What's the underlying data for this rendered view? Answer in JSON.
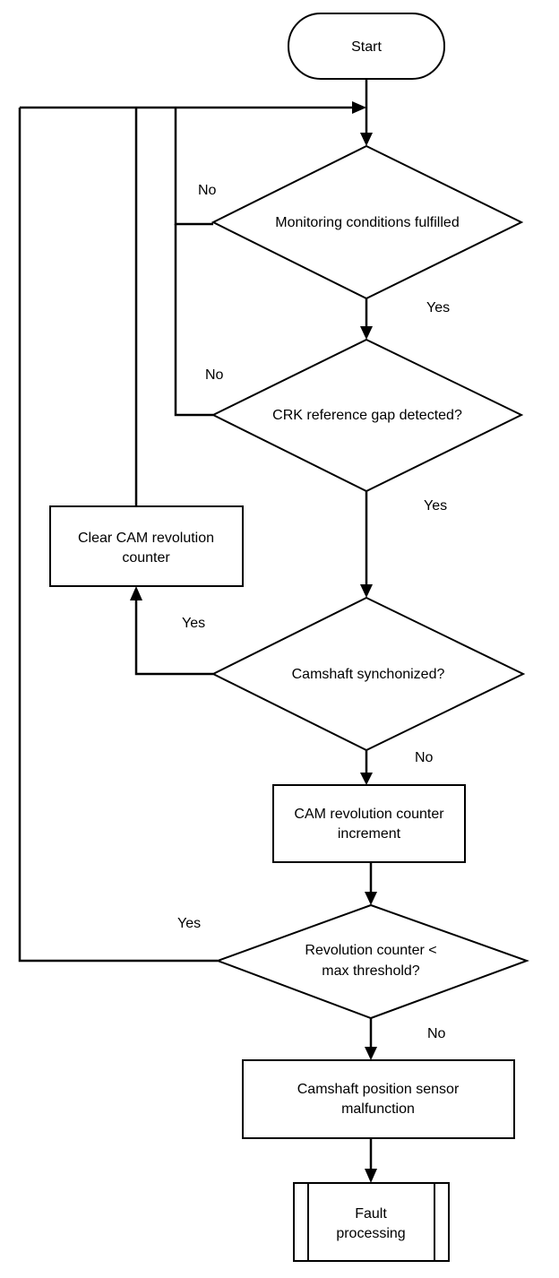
{
  "nodes": {
    "start": "Start",
    "monitoring": "Monitoring conditions fulfilled",
    "crk_gap": "CRK reference gap detected?",
    "clear_counter": [
      "Clear CAM revolution",
      "counter"
    ],
    "cam_sync": "Camshaft synchonized?",
    "counter_increment": [
      "CAM revolution counter",
      "increment"
    ],
    "rev_threshold": [
      "Revolution counter <",
      "max threshold?"
    ],
    "sensor_malfunction": [
      "Camshaft position sensor",
      "malfunction"
    ],
    "fault_processing": [
      "Fault",
      "processing"
    ]
  },
  "edges": {
    "monitoring_no": "No",
    "monitoring_yes": "Yes",
    "crk_no": "No",
    "crk_yes": "Yes",
    "sync_yes": "Yes",
    "sync_no": "No",
    "threshold_yes": "Yes",
    "threshold_no": "No"
  }
}
